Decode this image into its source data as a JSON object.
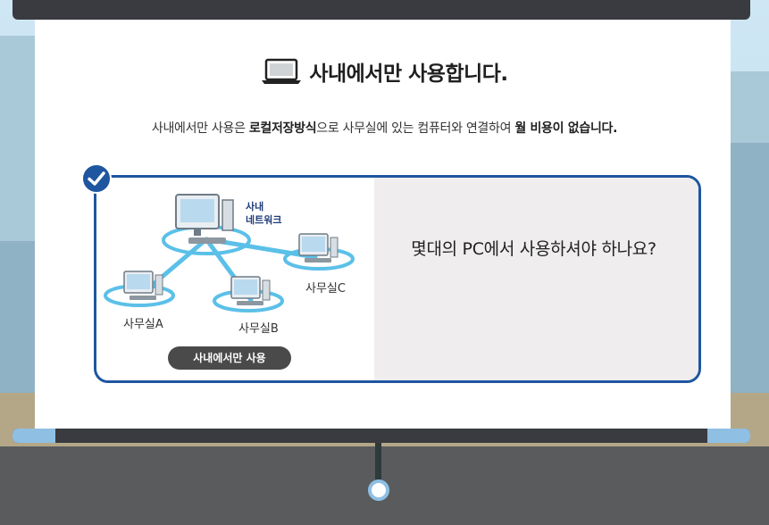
{
  "title": "사내에서만 사용합니다.",
  "subtitle": {
    "part1": "사내에서만 사용은 ",
    "bold1": "로컬저장방식",
    "part2": "으로 사무실에 있는 컴퓨터와 연결하여 ",
    "bold2": "월 비용이 없습니다."
  },
  "diagram": {
    "network_label_line1": "사내",
    "network_label_line2": "네트워크",
    "office_a": "사무실A",
    "office_b": "사무실B",
    "office_c": "사무실C",
    "pill_label": "사내에서만 사용"
  },
  "question": "몇대의 PC에서 사용하셔야 하나요?",
  "icons": {
    "laptop": "laptop-icon",
    "check": "check-circle-icon"
  },
  "colors": {
    "accent": "#1e56a0",
    "network_line": "#5bc0e8",
    "panel_gray": "#efedee",
    "pill": "#4a4a4a"
  }
}
